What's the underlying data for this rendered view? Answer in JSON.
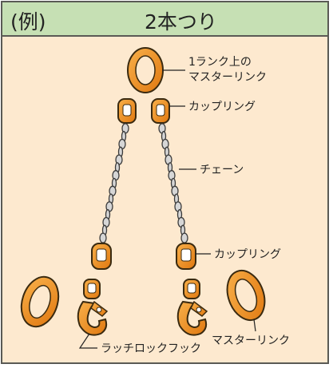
{
  "header": {
    "example": "(例)",
    "title": "2本つり"
  },
  "labels": {
    "master_link_upper_1": "1ランク上の",
    "master_link_upper_2": "マスターリンク",
    "coupling_top": "カップリング",
    "chain": "チェーン",
    "coupling_bottom": "カップリング",
    "master_link": "マスターリンク",
    "latch_lock_hook": "ラッチロックフック"
  },
  "colors": {
    "header_bg": "#c6e0b4",
    "panel_bg": "#fde9cf",
    "hardware_orange": "#f08a1c",
    "chain_gray": "#c9c9c9",
    "outline": "#3a2a10"
  }
}
